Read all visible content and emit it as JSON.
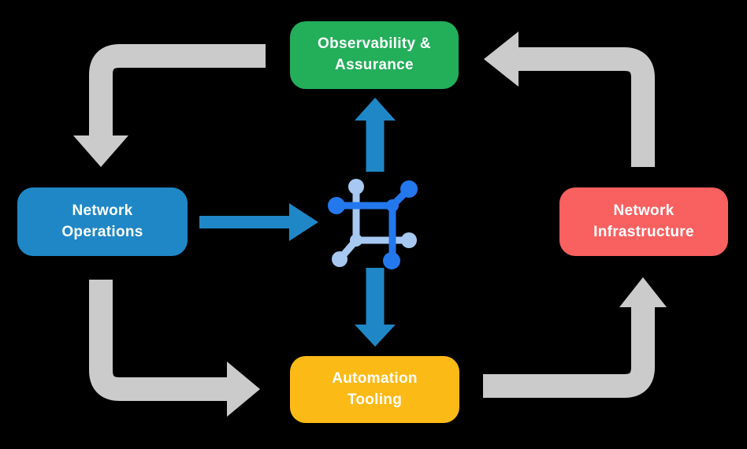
{
  "diagram": {
    "title": "network automation cycle",
    "nodes": {
      "observability": {
        "label": "Observability &\nAssurance"
      },
      "operations": {
        "label": "Network\nOperations"
      },
      "infrastructure": {
        "label": "Network\nInfrastructure"
      },
      "automation": {
        "label": "Automation\nTooling"
      }
    },
    "center_icon": "network-fabric-icon",
    "flows": [
      "observability -> operations",
      "operations -> automation",
      "automation -> infrastructure",
      "infrastructure -> observability",
      "operations -> center",
      "center -> observability",
      "center -> automation"
    ]
  },
  "colors": {
    "background": "#000000",
    "green": "#23AE5A",
    "blue": "#1F87C6",
    "red": "#F96060",
    "yellow": "#FBBA16",
    "arrow_gray": "#CBCBCB",
    "icon_dark_blue": "#2478EE",
    "icon_light_blue": "#A6C8F1",
    "text": "#FFFFFF"
  }
}
